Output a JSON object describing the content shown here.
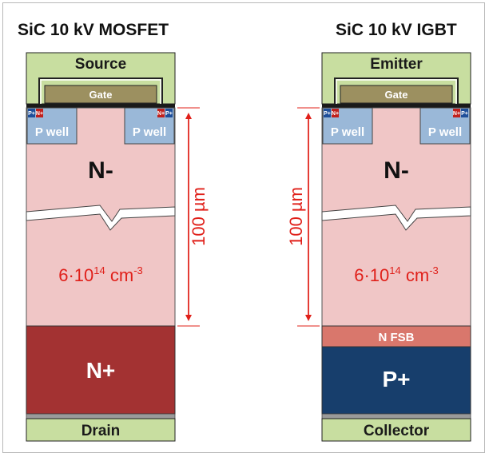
{
  "mosfet": {
    "title": "SiC 10 kV MOSFET",
    "top_terminal": "Source",
    "gate": "Gate",
    "pwell_left": "P well",
    "pwell_right": "P well",
    "pplus": "P+",
    "nplus_small": "N+",
    "drift": "N-",
    "doping_base": "6·10",
    "doping_exp": "14",
    "doping_unit": " cm",
    "doping_unit_exp": "-3",
    "thickness": "100 µm",
    "substrate": "N+",
    "bottom_terminal": "Drain"
  },
  "igbt": {
    "title": "SiC 10 kV IGBT",
    "top_terminal": "Emitter",
    "gate": "Gate",
    "pwell_left": "P well",
    "pwell_right": "P well",
    "pplus": "P+",
    "nplus_small": "N+",
    "drift": "N-",
    "doping_base": "6·10",
    "doping_exp": "14",
    "doping_unit": " cm",
    "doping_unit_exp": "-3",
    "thickness": "100 µm",
    "buffer": "N FSB",
    "substrate": "P+",
    "bottom_terminal": "Collector"
  },
  "colors": {
    "terminal_fill": "#c8dea0",
    "gate_fill": "#9c9060",
    "pwell_fill": "#9ab8d8",
    "drift_fill": "#f0c6c6",
    "n_substrate_fill": "#a33232",
    "p_substrate_fill": "#173e6c",
    "fsb_fill": "#d9776c",
    "annotation_red": "#e0201a"
  }
}
